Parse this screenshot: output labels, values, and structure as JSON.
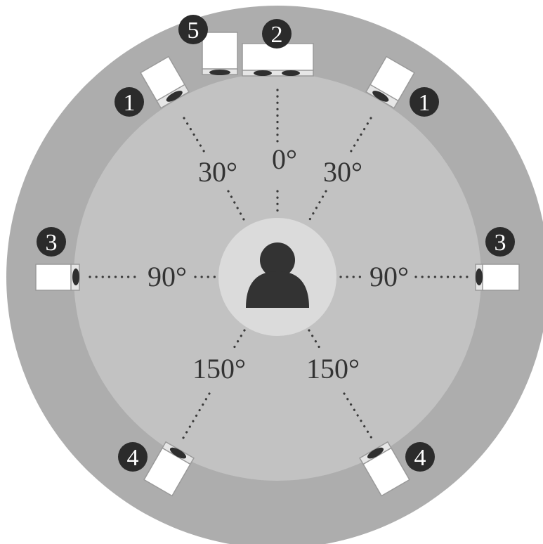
{
  "colors": {
    "outer_ring": "#adadad",
    "inner_area": "#c2c2c2",
    "listener_disc": "#dbdbdb",
    "listener_icon": "#333333",
    "badge": "#2b2b2b",
    "speaker": "#ffffff",
    "dots": "#3a3a3a"
  },
  "listener": {
    "icon": "person-icon"
  },
  "angles": {
    "center": "0°",
    "front_left": "30°",
    "front_right": "30°",
    "side_left": "90°",
    "side_right": "90°",
    "rear_left": "150°",
    "rear_right": "150°"
  },
  "speakers": {
    "center": {
      "badge": "2"
    },
    "subwoofer": {
      "badge": "5"
    },
    "front_left": {
      "badge": "1"
    },
    "front_right": {
      "badge": "1"
    },
    "side_left": {
      "badge": "3"
    },
    "side_right": {
      "badge": "3"
    },
    "rear_left": {
      "badge": "4"
    },
    "rear_right": {
      "badge": "4"
    }
  }
}
